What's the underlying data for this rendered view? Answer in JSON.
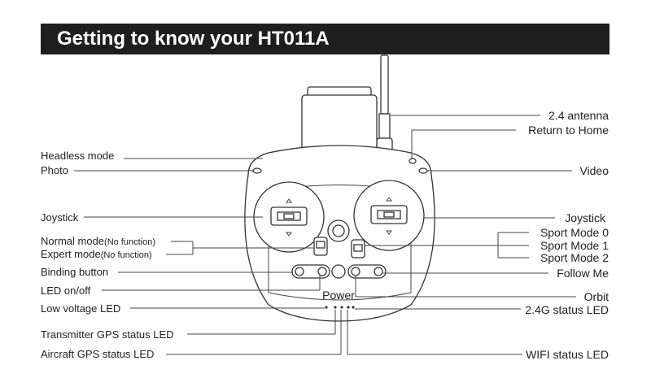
{
  "title": "Getting to know your HT011A",
  "left_labels": {
    "headless": "Headless mode",
    "photo": "Photo",
    "joystick": "Joystick",
    "normal": "Normal mode",
    "normal_note": "(No function)",
    "expert": "Expert mode",
    "expert_note": "(No function)",
    "binding": "Binding button",
    "led": "LED on/off",
    "lowvolt": "Low voltage LED",
    "txgps": "Transmitter GPS status LED",
    "acgps": "Aircraft GPS status LED"
  },
  "right_labels": {
    "antenna": "2.4 antenna",
    "rth": "Return to Home",
    "video": "Video",
    "joystick": "Joystick",
    "sport0": "Sport Mode 0",
    "sport1": "Sport Mode 1",
    "sport2": "Sport Mode 2",
    "follow": "Follow Me",
    "orbit": "Orbit",
    "status24": "2.4G status LED",
    "wifi": "WIFI status LED"
  },
  "center_labels": {
    "power": "Power"
  }
}
